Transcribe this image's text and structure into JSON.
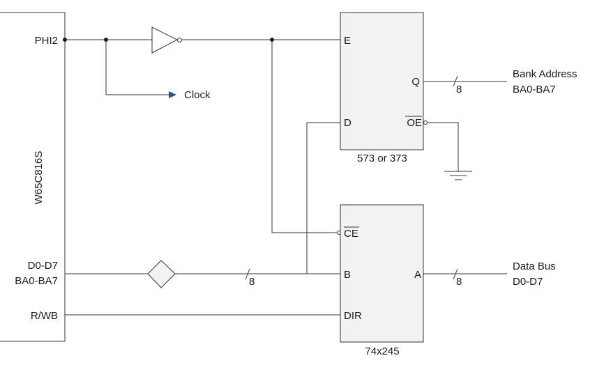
{
  "chip": {
    "name": "W65C816S",
    "pins": {
      "phi2": "PHI2",
      "data_1": "D0-D7",
      "data_2": "BA0-BA7",
      "rw": "R/WB"
    }
  },
  "clock_label": "Clock",
  "latch": {
    "name": "573 or 373",
    "pins": {
      "e": "E",
      "d": "D",
      "q": "Q",
      "oe": "OE"
    }
  },
  "transceiver": {
    "name": "74x245",
    "pins": {
      "ce": "CE",
      "b": "B",
      "a": "A",
      "dir": "DIR"
    }
  },
  "outputs": {
    "bank_title": "Bank Address",
    "bank_bits": "BA0-BA7",
    "data_title": "Data Bus",
    "data_bits": "D0-D7"
  },
  "bus_width": {
    "data": "8",
    "bank": "8",
    "out": "8"
  },
  "colors": {
    "line": "#333333",
    "arrow": "#2f4f7f",
    "fill": "#f2f2f2"
  }
}
